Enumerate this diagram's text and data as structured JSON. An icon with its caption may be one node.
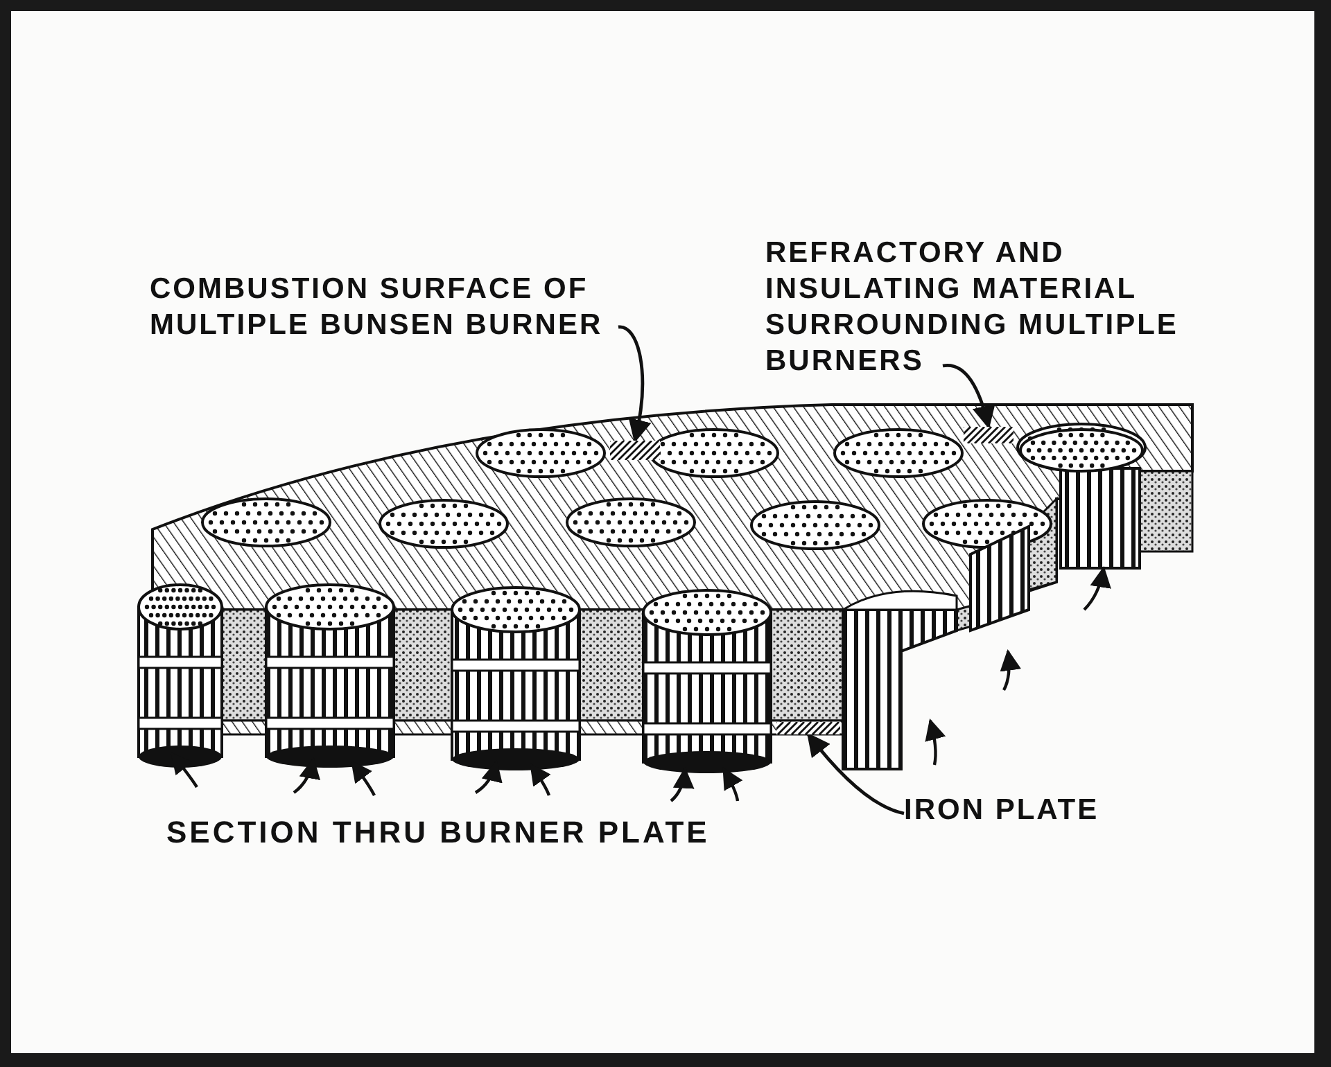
{
  "diagram": {
    "nodes": [
      {
        "text": [
          "COMBUSTION SURFACE OF MULTIPLE BUNSEN BURNER"
        ]
      },
      {
        "text": [],
        "shape": "picture"
      },
      {
        "text": [
          "REFRACTORY AND INSULATING MATERIAL SURROUNDING MULTIPLE BURNERS"
        ]
      },
      {
        "text": [],
        "shape": "picture"
      },
      {
        "text": [
          "IRON PLATE"
        ]
      },
      {
        "text": [],
        "shape": "picture"
      }
    ],
    "edges": [
      {
        "from": 0,
        "to": 1,
        "arrow": "to"
      },
      {
        "from": 2,
        "to": 3,
        "arrow": "to"
      },
      {
        "from": 4,
        "to": 5,
        "arrow": "to"
      }
    ],
    "labels": [
      "SECTION THRU BURNER PLATE"
    ]
  }
}
